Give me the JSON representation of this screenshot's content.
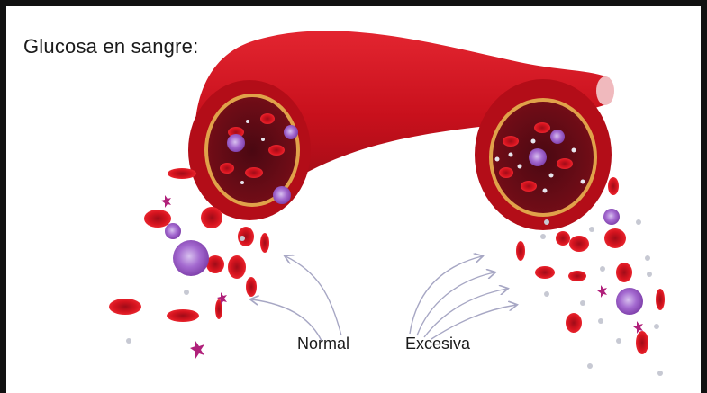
{
  "title": "Glucosa en sangre:",
  "labels": {
    "normal": "Normal",
    "excess": "Excesiva"
  },
  "colors": {
    "vessel": "#c8101c",
    "vessel_dark": "#8b0a12",
    "vessel_inner": "#5a0a14",
    "membrane": "#e6a03a",
    "rbc": "#d31321",
    "wbc": "#9a5cc6",
    "glucose": "#c7c9d3",
    "platelet": "#b0207a",
    "arrow": "#a7a7c4"
  }
}
